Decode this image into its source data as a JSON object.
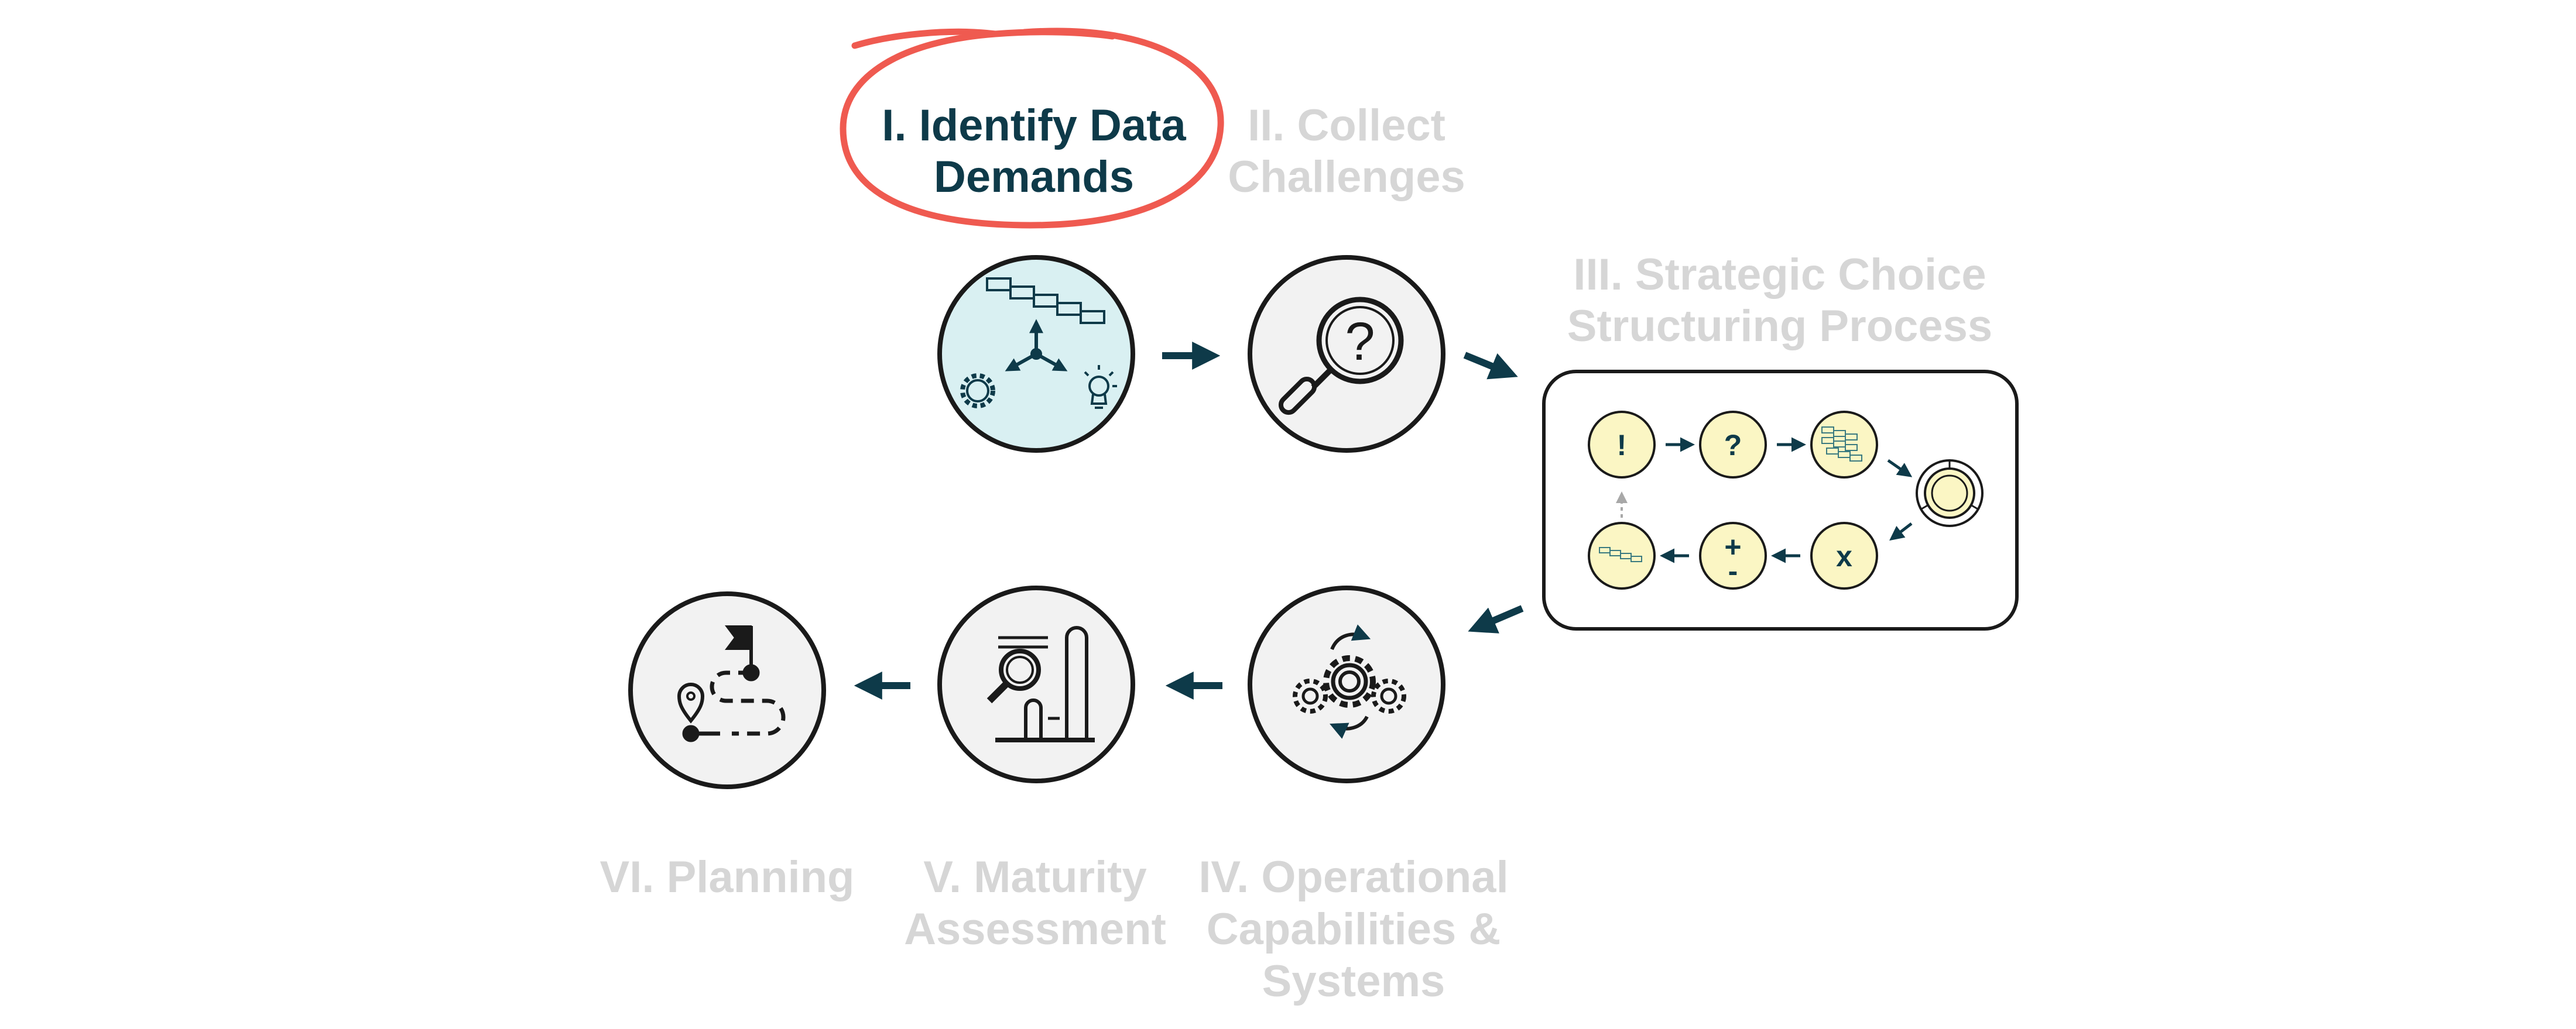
{
  "steps": [
    {
      "line1": "I. Identify Data",
      "line2": "Demands",
      "status": "active"
    },
    {
      "line1": "II. Collect",
      "line2": "Challenges",
      "status": "inactive"
    },
    {
      "line1": "III. Strategic Choice",
      "line2": "Structuring Process",
      "status": "inactive"
    },
    {
      "line1": "IV. Operational",
      "line2": "Capabilities &",
      "line3": "Systems",
      "status": "inactive"
    },
    {
      "line1": "V. Maturity",
      "line2": "Assessment",
      "status": "inactive"
    },
    {
      "line1": "VI. Planning",
      "status": "inactive"
    }
  ],
  "strategic_process": {
    "nodes": {
      "exclaim": "!",
      "question": "?",
      "plusminus_plus": "+",
      "plusminus_minus": "-",
      "multiply": "x"
    }
  },
  "icons": {
    "step1": "hierarchy-gear-bulb-icon",
    "step2": "magnifier-question-icon",
    "step4": "gears-cycle-icon",
    "step5": "bar-chart-search-icon",
    "step6": "route-flag-icon"
  },
  "colors": {
    "active_text": "#0e3a49",
    "inactive_text": "#d6d6d6",
    "highlight_circle": "#ef5a50",
    "active_fill": "#d9f0f2",
    "yellow_node": "#fbf6c4",
    "arrow": "#0e3a49"
  }
}
